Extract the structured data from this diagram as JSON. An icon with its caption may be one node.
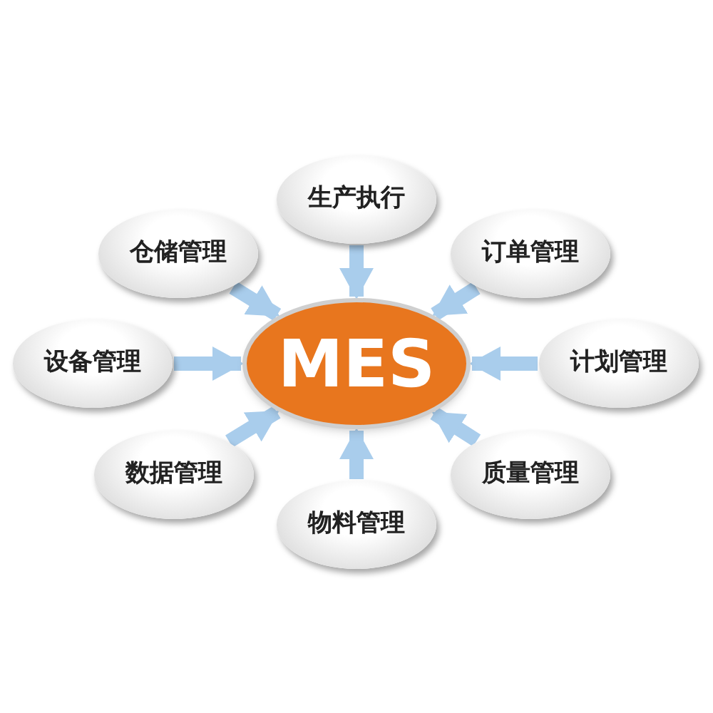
{
  "diagram": {
    "nodes": [
      {
        "text": [
          "生产执行"
        ]
      },
      {
        "text": [
          "仓储管理"
        ]
      },
      {
        "text": [
          "订单管理"
        ]
      },
      {
        "text": [
          "设备管理"
        ]
      },
      {
        "text": [
          "MES"
        ]
      },
      {
        "text": [
          "计划管理"
        ]
      },
      {
        "text": [
          "数据管理"
        ]
      },
      {
        "text": [
          "质量管理"
        ]
      },
      {
        "text": [
          "物料管理"
        ]
      }
    ],
    "edges": [
      {
        "from": 0,
        "to": 4,
        "arrow": "to"
      },
      {
        "from": 1,
        "to": 4,
        "arrow": "to"
      },
      {
        "from": 2,
        "to": 4,
        "arrow": "to"
      },
      {
        "from": 3,
        "to": 4,
        "arrow": "to"
      },
      {
        "from": 5,
        "to": 4,
        "arrow": "to"
      },
      {
        "from": 6,
        "to": 4,
        "arrow": "to"
      },
      {
        "from": 7,
        "to": 4,
        "arrow": "to"
      },
      {
        "from": 8,
        "to": 4,
        "arrow": "to"
      }
    ]
  }
}
